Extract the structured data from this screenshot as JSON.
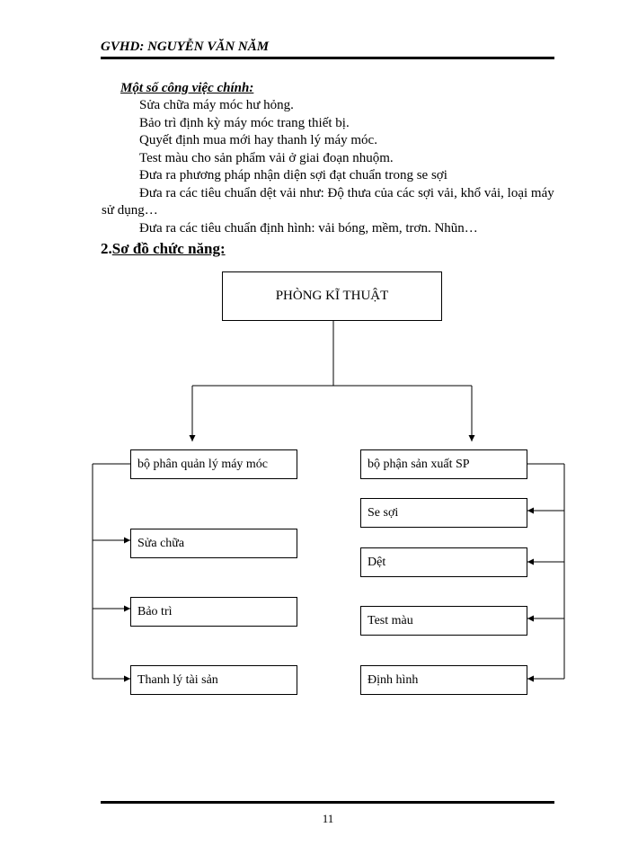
{
  "header": {
    "title": "GVHD: NGUYỄN VĂN NĂM"
  },
  "tasks": {
    "label": "Một số công việc chính:",
    "items": [
      "Sửa chữa máy móc hư hỏng.",
      "Bảo trì định kỳ máy móc trang thiết bị.",
      "Quyết định mua mới hay thanh lý máy móc.",
      "Test màu cho sản phẩm vải  ở giai đoạn nhuộm.",
      "Đưa ra phương pháp nhận diện sợi đạt chuẩn trong se sợi",
      "Đưa ra các tiêu  chuẩn dệt vải như: Độ thưa của các sợi vải, khổ vải, loại máy sử dụng…",
      "Đưa ra các tiêu  chuẩn định hình: vải bóng, mềm, trơn. Nhũn…"
    ]
  },
  "section": {
    "number": "2.",
    "title": "Sơ đồ chức năng:"
  },
  "diagram": {
    "root": "PHÒNG KĨ THUẬT",
    "left_branch": {
      "head": "bộ phân quản lý máy móc",
      "children": [
        "Sửa chữa",
        "Bảo trì",
        "Thanh lý tài sản"
      ]
    },
    "right_branch": {
      "head": "bộ phận sản xuất SP",
      "children": [
        "Se sợi",
        "Dệt",
        "Test màu",
        "Định hình"
      ]
    }
  },
  "footer": {
    "page_number": "11"
  }
}
